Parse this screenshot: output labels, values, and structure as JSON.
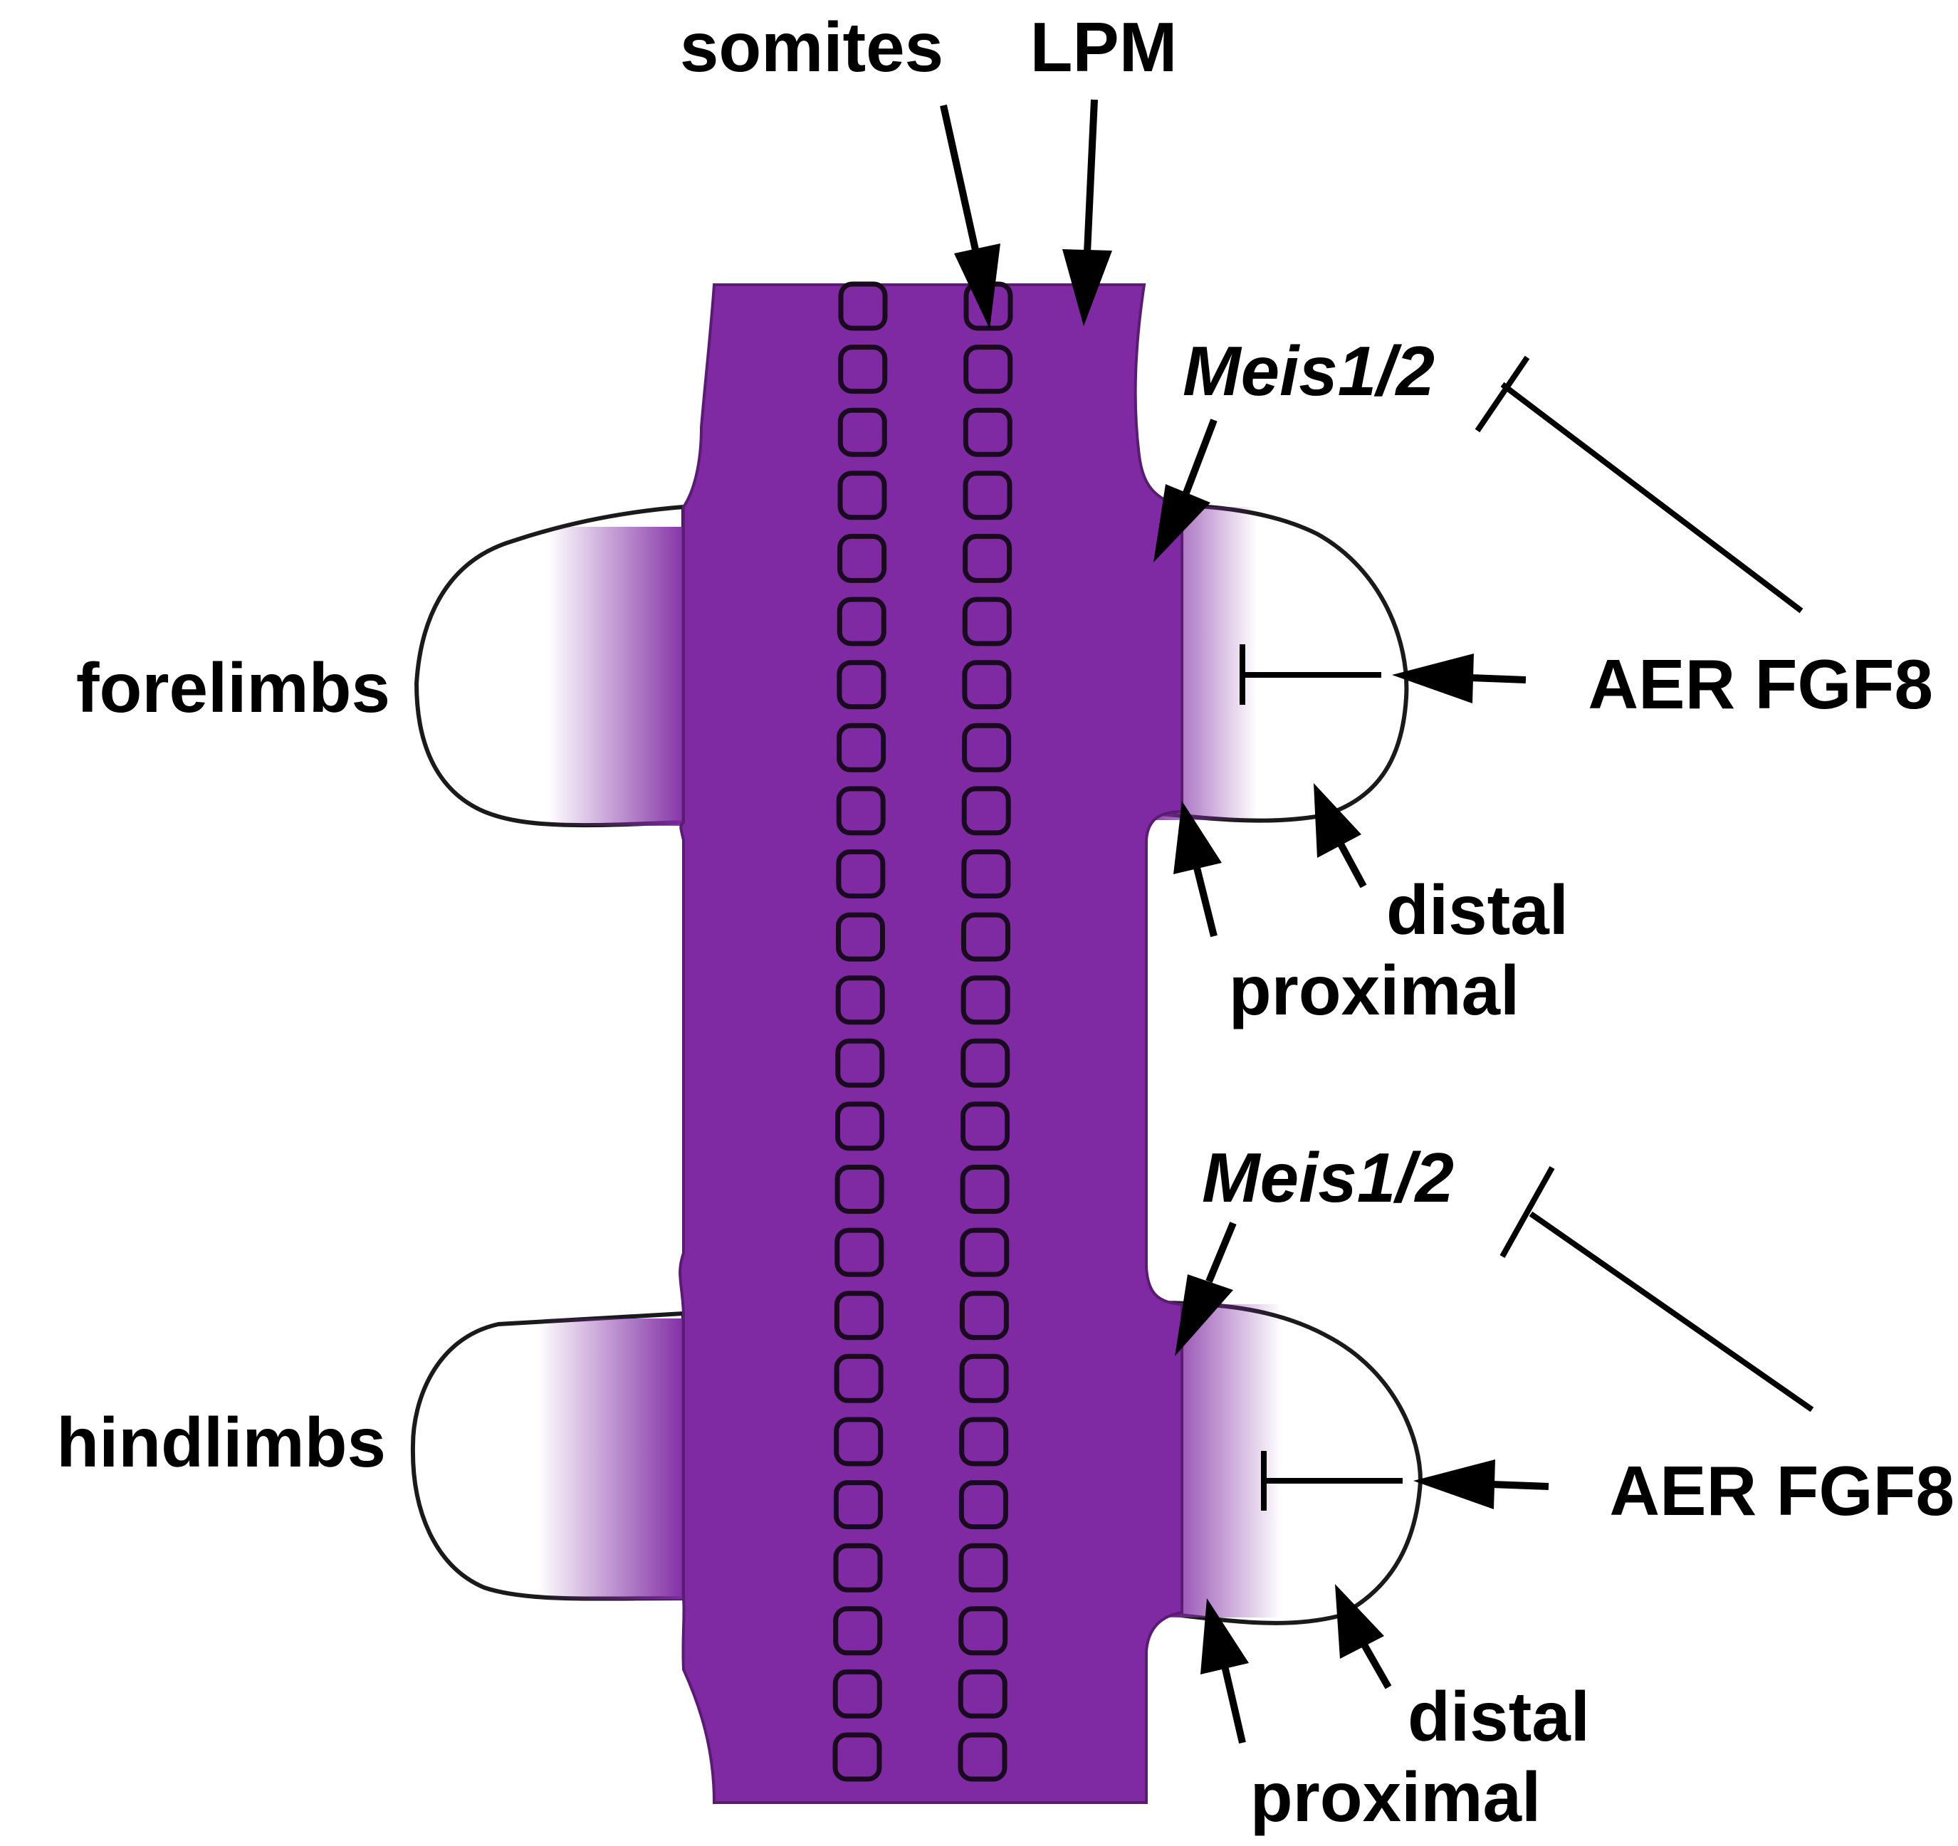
{
  "colors": {
    "tissue": "#7f2aa3",
    "somite_outline": "#1a0a1f",
    "meis_text": "#7b2fa0",
    "label_text": "#000000"
  },
  "labels": {
    "somites": "somites",
    "lpm": "LPM",
    "forelimbs": "forelimbs",
    "hindlimbs": "hindlimbs",
    "forelimb_meis": "Meis1/2",
    "hindlimb_meis": "Meis1/2",
    "forelimb_aer": "AER FGF8",
    "hindlimb_aer": "AER FGF8",
    "forelimb_distal": "distal",
    "forelimb_proximal": "proximal",
    "hindlimb_distal": "distal",
    "hindlimb_proximal": "proximal"
  },
  "somite_columns": 2,
  "somites_per_column": 24
}
